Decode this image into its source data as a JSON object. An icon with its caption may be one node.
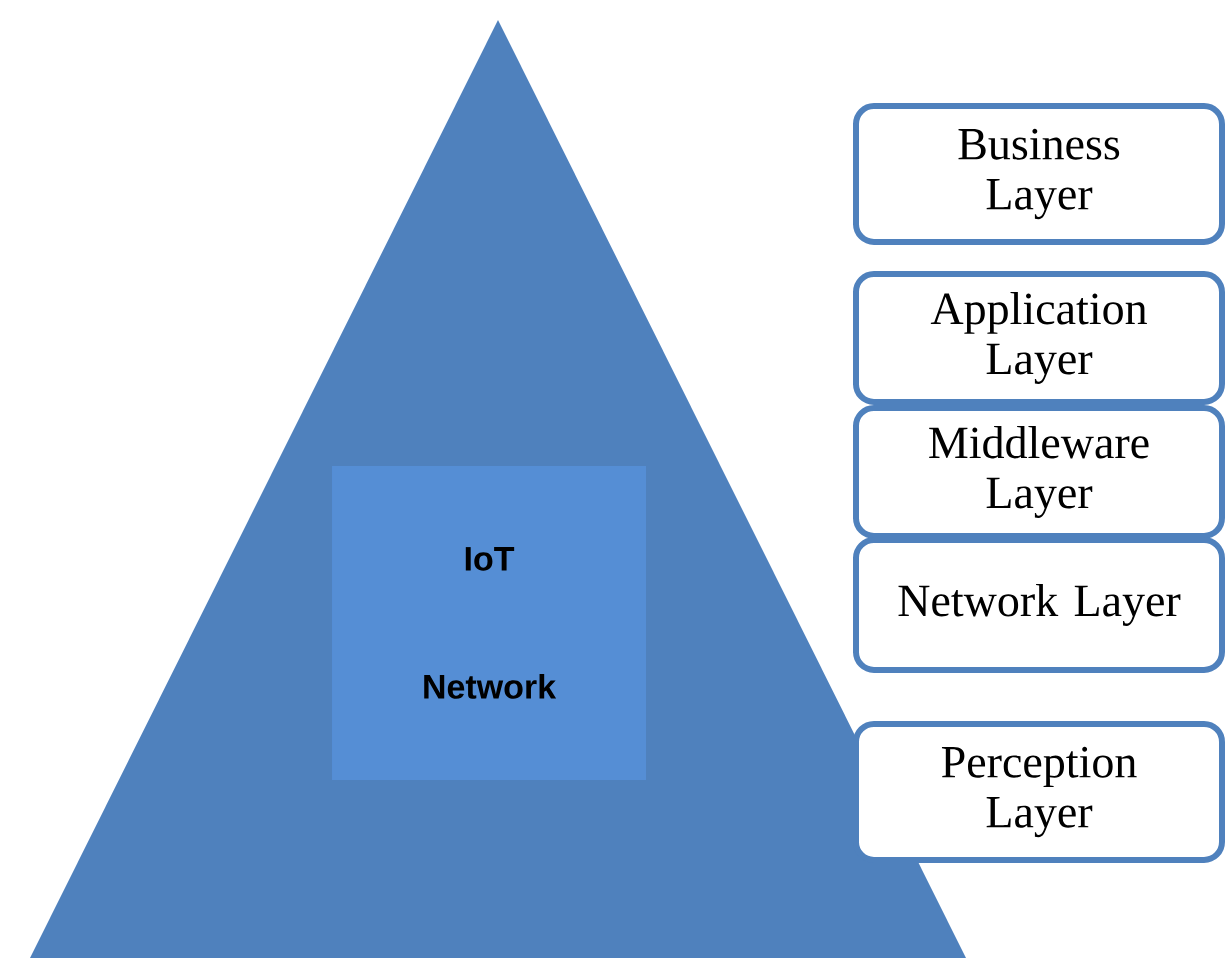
{
  "diagram": {
    "nodes": [
      {
        "text": [],
        "shape": "triangle"
      },
      {
        "text": [
          "IoT Network"
        ],
        "in": 0
      },
      {
        "text": [
          "Business Layer"
        ]
      },
      {
        "text": [
          "Application Layer"
        ]
      },
      {
        "text": [
          "Middleware Layer"
        ]
      },
      {
        "text": [
          "Network Layer"
        ]
      },
      {
        "text": [
          "Perception Layer"
        ]
      }
    ]
  }
}
